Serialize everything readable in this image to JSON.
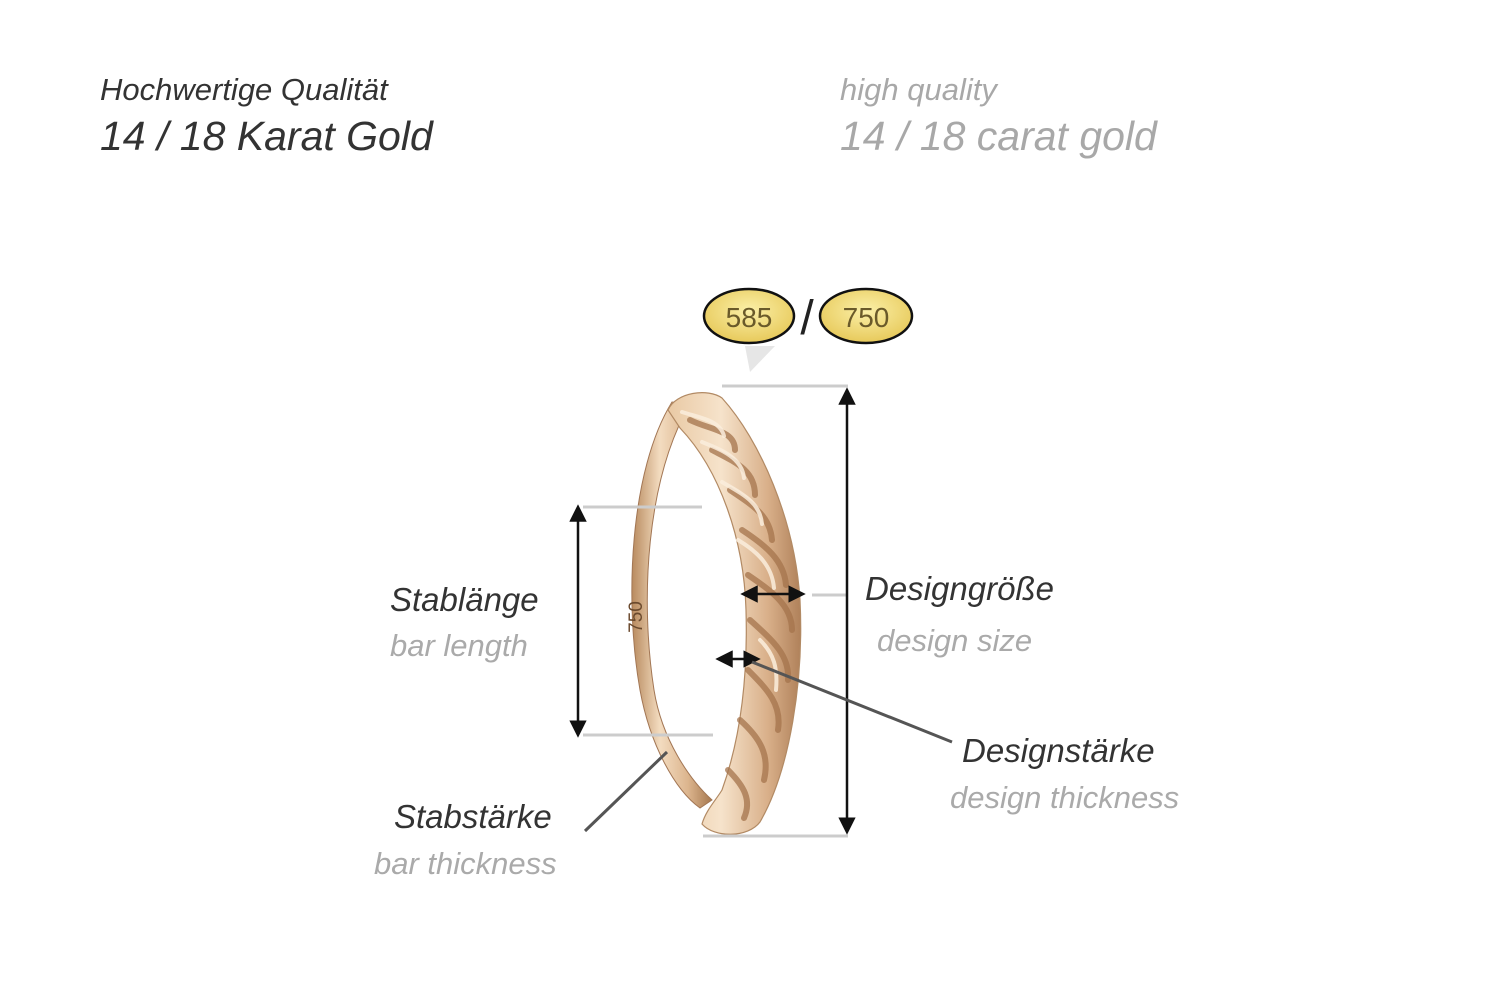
{
  "header": {
    "de_line1": "Hochwertige Qualität",
    "de_line2": "14 / 18 Karat Gold",
    "en_line1": "high quality",
    "en_line2": "14 / 18 carat gold"
  },
  "hallmarks": {
    "stamp_585": "585",
    "separator": "/",
    "stamp_750": "750",
    "ring_engraving": "750"
  },
  "labels": {
    "bar_length": {
      "de": "Stablänge",
      "en": "bar length"
    },
    "design_size": {
      "de": "Designgröße",
      "en": "design size"
    },
    "design_thickness": {
      "de": "Designstärke",
      "en": "design thickness"
    },
    "bar_thickness": {
      "de": "Stabstärke",
      "en": "bar thickness"
    }
  },
  "colors": {
    "gold_light": "#f3dcc0",
    "gold_mid": "#dcb58e",
    "gold_dark": "#a6784f",
    "stamp_fill": "#f2dd7a",
    "line_dark": "#222222",
    "line_light": "#cccccc"
  }
}
